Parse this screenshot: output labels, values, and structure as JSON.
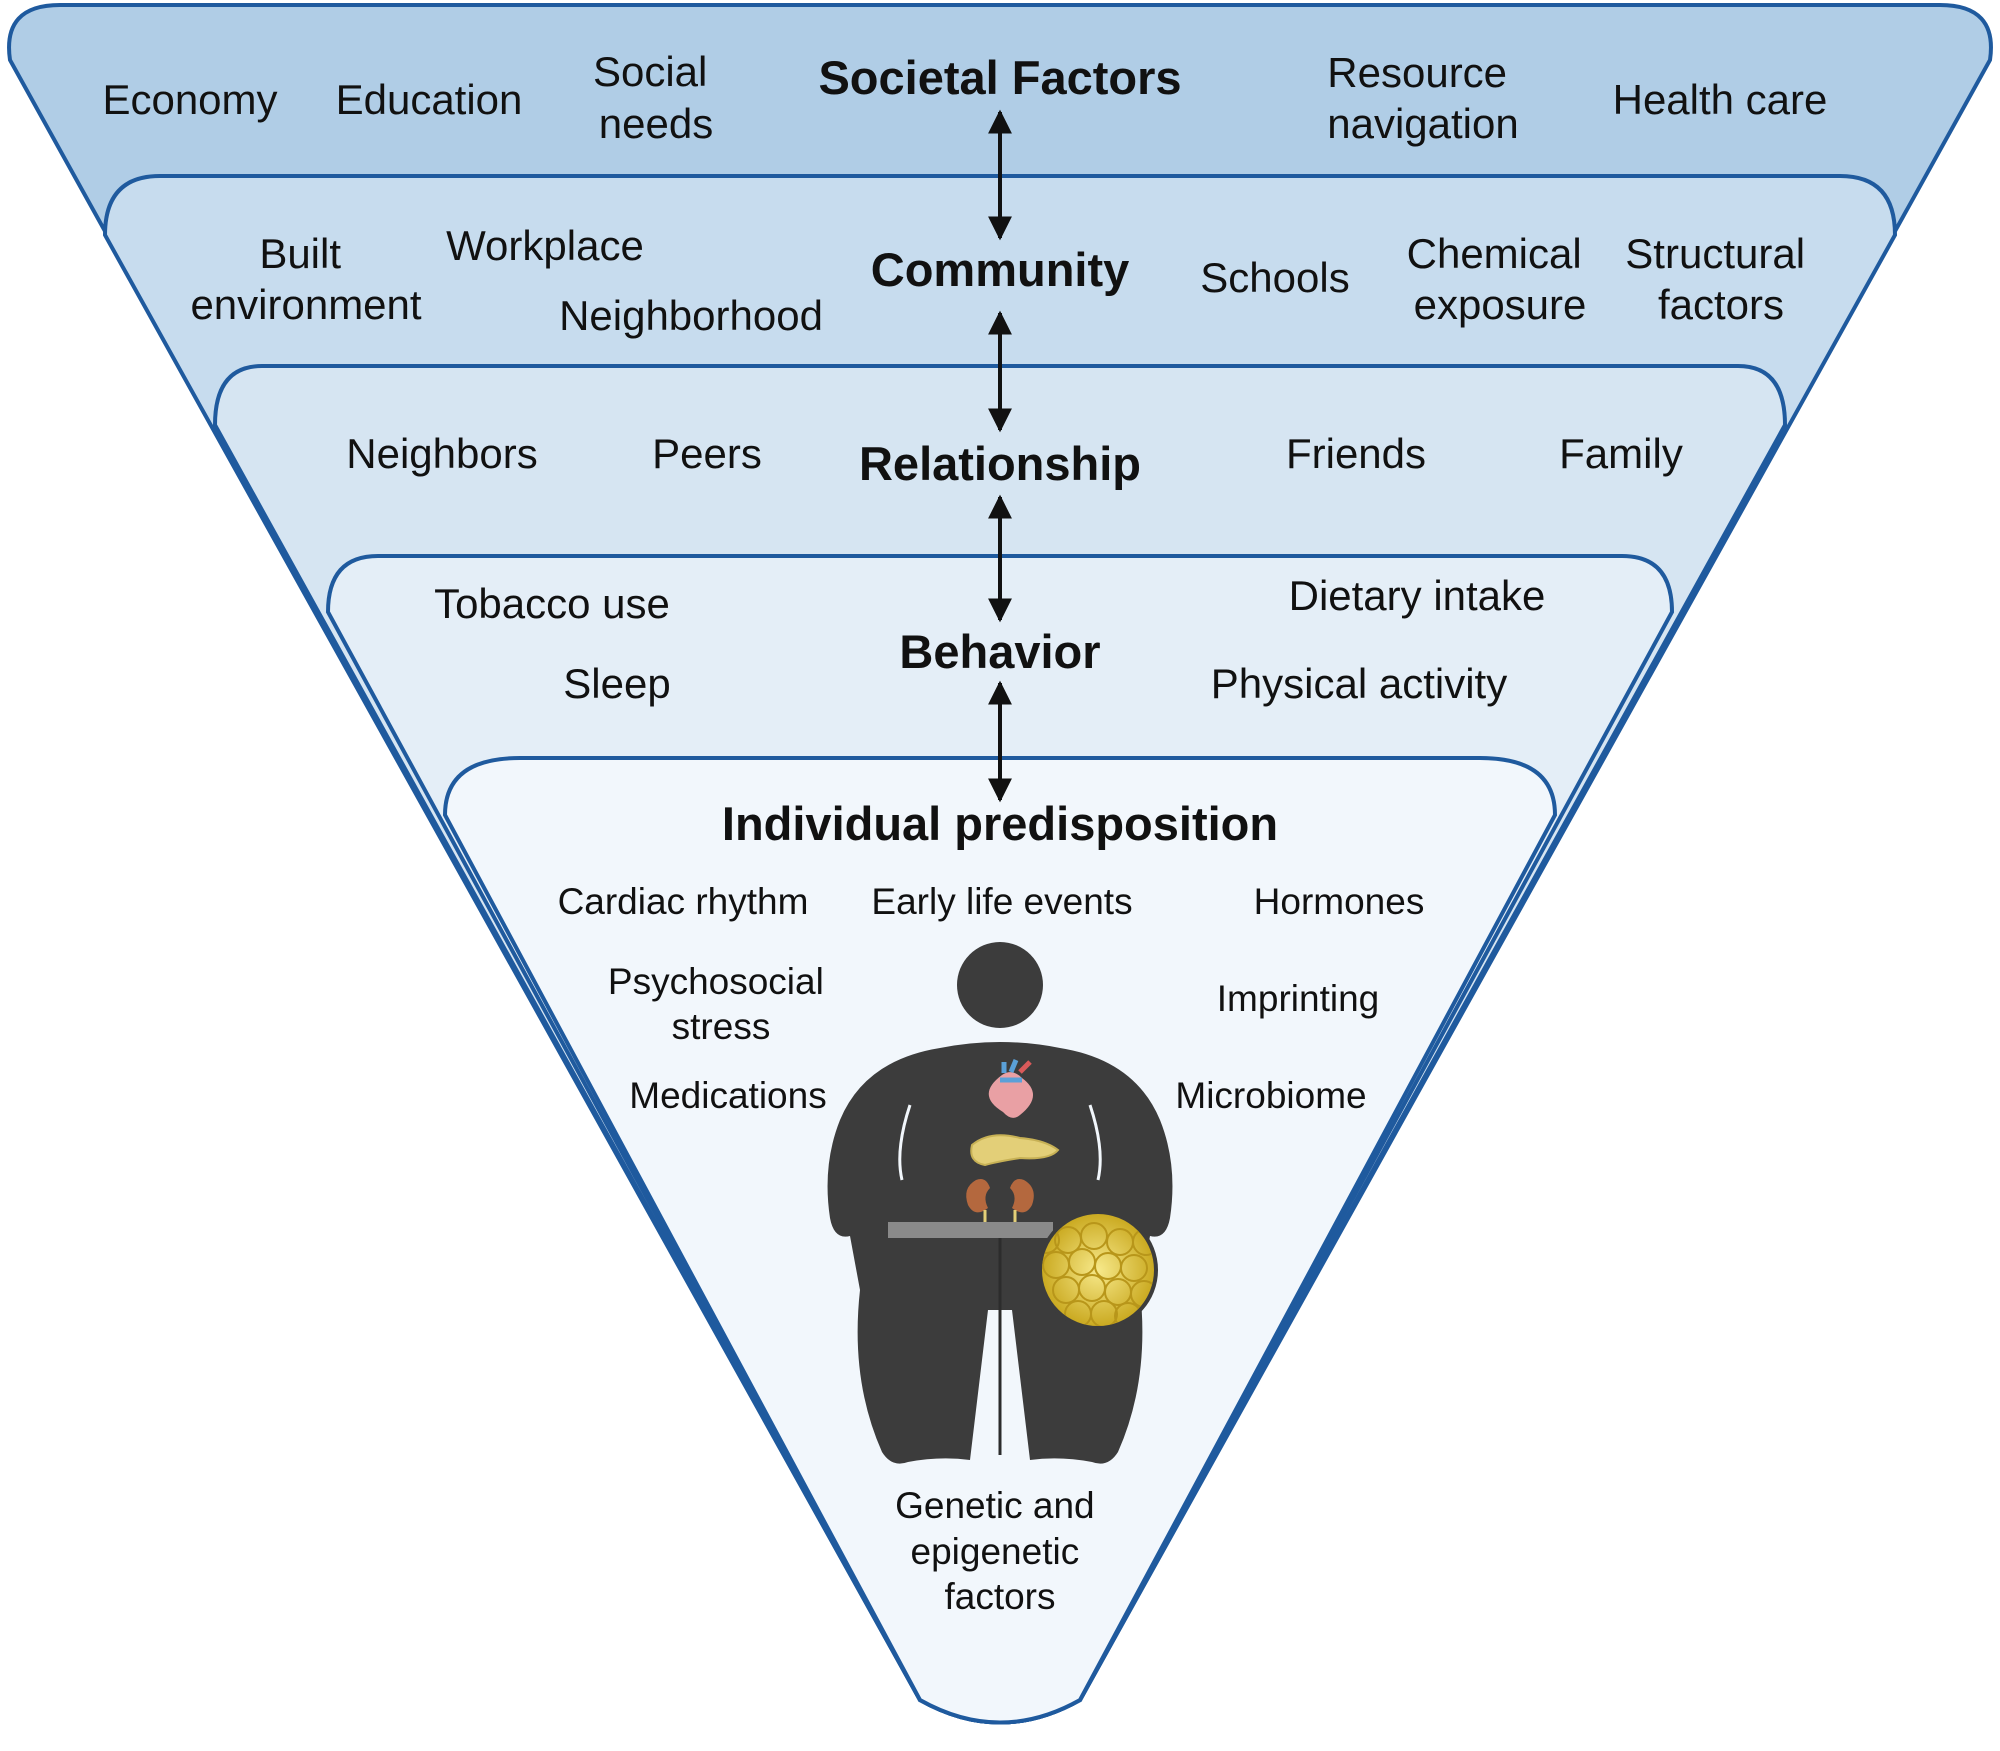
{
  "layers": {
    "societal": {
      "title": "Societal Factors",
      "economy": "Economy",
      "education": "Education",
      "social_needs": [
        "Social",
        "needs"
      ],
      "resource_navigation": [
        "Resource",
        "navigation"
      ],
      "health_care": "Health care",
      "fill": "#b0cde6"
    },
    "community": {
      "title": "Community",
      "built_environment": [
        "Built",
        "environment"
      ],
      "workplace": "Workplace",
      "neighborhood": "Neighborhood",
      "schools": "Schools",
      "chemical_exposure": [
        "Chemical",
        "exposure"
      ],
      "structural_factors": [
        "Structural",
        "factors"
      ],
      "fill": "#c7dcee"
    },
    "relationship": {
      "title": "Relationship",
      "neighbors": "Neighbors",
      "peers": "Peers",
      "friends": "Friends",
      "family": "Family",
      "fill": "#d6e5f2"
    },
    "behavior": {
      "title": "Behavior",
      "tobacco_use": "Tobacco use",
      "sleep": "Sleep",
      "dietary_intake": "Dietary intake",
      "physical_activity": "Physical activity",
      "fill": "#e4eef7"
    },
    "individual": {
      "title": "Individual predisposition",
      "cardiac_rhythm": "Cardiac rhythm",
      "early_life_events": "Early life events",
      "hormones": "Hormones",
      "psychosocial_stress": [
        "Psychosocial",
        "stress"
      ],
      "imprinting": "Imprinting",
      "medications": "Medications",
      "microbiome": "Microbiome",
      "genetic_epigenetic": [
        "Genetic and",
        "epigenetic",
        "factors"
      ],
      "fill": "#f2f7fc"
    }
  },
  "colors": {
    "outline": "#1f5a9e",
    "arrow": "#111111",
    "body": "#3c3c3c"
  },
  "icons": [
    "human-body-icon",
    "heart-icon",
    "pancreas-icon",
    "kidney-icon",
    "adipose-tissue-icon"
  ]
}
